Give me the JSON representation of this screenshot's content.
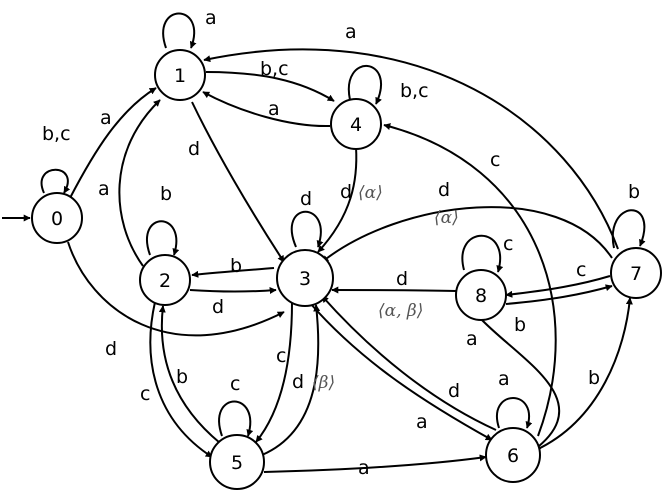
{
  "states": [
    {
      "id": "0",
      "label": "0"
    },
    {
      "id": "1",
      "label": "1"
    },
    {
      "id": "2",
      "label": "2"
    },
    {
      "id": "3",
      "label": "3"
    },
    {
      "id": "4",
      "label": "4"
    },
    {
      "id": "5",
      "label": "5"
    },
    {
      "id": "6",
      "label": "6"
    },
    {
      "id": "7",
      "label": "7"
    },
    {
      "id": "8",
      "label": "8"
    }
  ],
  "initial_state": "0",
  "edge_labels": {
    "loop_0": "b,c",
    "loop_1": "a",
    "loop_2": "b",
    "loop_3": "d",
    "loop_4": "b,c",
    "loop_5": "c",
    "loop_6": "a",
    "loop_7": "b",
    "loop_8": "c",
    "e_0_1": "a",
    "e_0_3": "d",
    "e_2_1": "a",
    "e_1_3": "d",
    "e_1_4": "b,c",
    "e_4_1": "a",
    "e_7_1": "a",
    "e_4_3": "d",
    "e_3_2": "b",
    "e_2_3": "d",
    "e_2_5": "c",
    "e_5_2": "b",
    "e_3_5": "c",
    "e_5_3": "d",
    "e_5_6": "a",
    "e_3_6": "a",
    "e_6_3": "d",
    "e_6_4": "c",
    "e_7_3": "d",
    "e_8_3": "d",
    "e_7_8": "c",
    "e_8_7": "b",
    "e_8_6": "a",
    "e_6_7": "b"
  },
  "annotations": {
    "alpha_4_3": "⟨α⟩",
    "alpha_7_3": "⟨α⟩",
    "alpha_beta_8_3": "⟨α, β⟩",
    "beta_5_3": "⟨β⟩"
  }
}
